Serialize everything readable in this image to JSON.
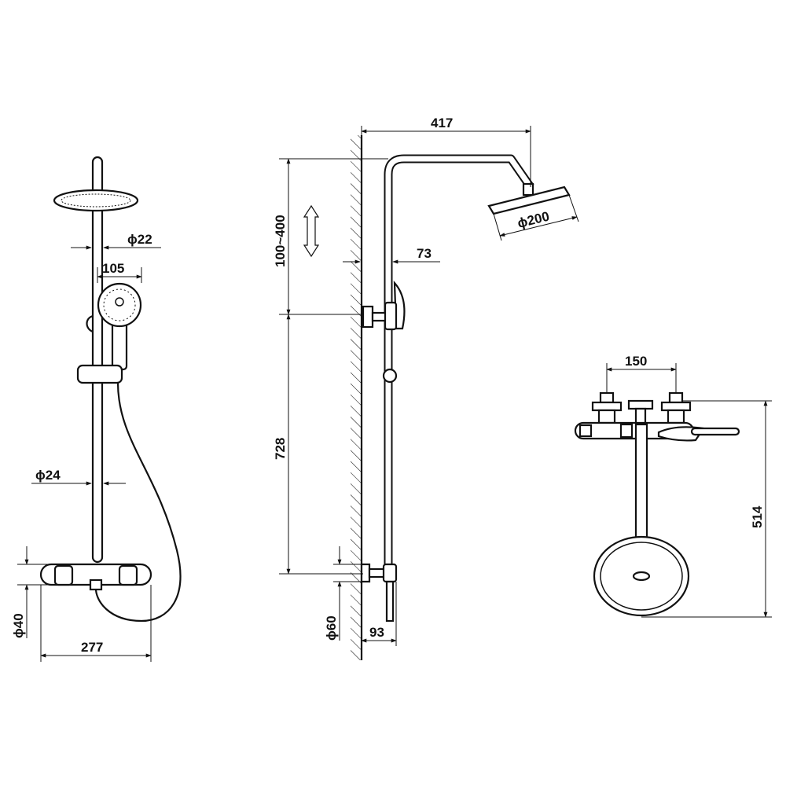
{
  "figure": {
    "front_view": {
      "dim_pipe_diameter": "ϕ22",
      "dim_handshower_width": "105",
      "dim_lower_pipe_diameter": "ϕ24",
      "dim_mixer_height": "ϕ40",
      "dim_mixer_width": "277"
    },
    "side_view": {
      "dim_arm_reach": "417",
      "dim_head_diameter": "ϕ200",
      "dim_height_adjust": "100~400",
      "dim_rail_offset": "73",
      "dim_rail_height": "728",
      "dim_inlet_diameter": "ϕ60",
      "dim_bottom_offset": "93"
    },
    "top_view": {
      "dim_inlet_spacing": "150",
      "dim_total_depth": "514"
    }
  }
}
